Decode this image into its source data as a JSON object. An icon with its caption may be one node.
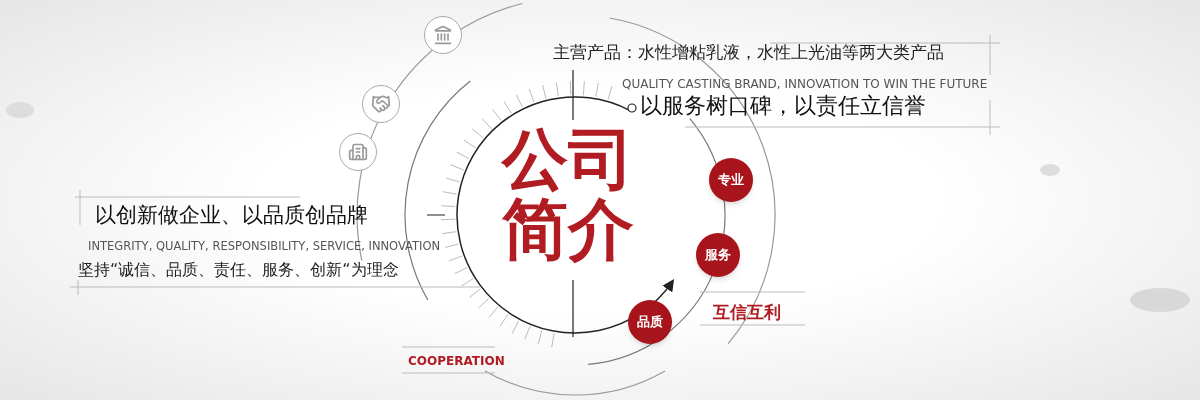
{
  "diagram": {
    "title": "公司简介",
    "nodes": [
      {
        "text": [
          "专业"
        ]
      },
      {
        "text": [
          "服务"
        ]
      },
      {
        "text": [
          "品质"
        ]
      }
    ],
    "labels": [
      "主营产品：水性增粘乳液，水性上光油等两大类产品",
      "QUALITY CASTING BRAND, INNOVATION TO WIN THE FUTURE",
      "以服务树口碑，以责任立信誉",
      "以创新做企业、以品质创品牌",
      "INTEGRITY, QUALITY, RESPONSIBILITY, SERVICE, INNOVATION",
      "坚持“诚信、品质、责任、服务、创新“为理念",
      "互信互利",
      "COOPERATION"
    ]
  }
}
